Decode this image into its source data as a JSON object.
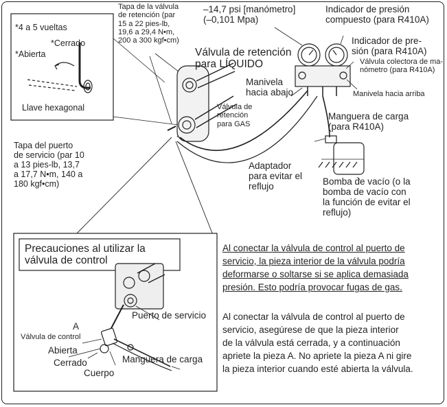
{
  "hex_box": {
    "turns": "*4 a 5 vueltas",
    "closed": "*Cerrado",
    "open": "*Abierta",
    "wrench": "Llave hexagonal"
  },
  "top": {
    "valve_cap": "Tapa de la válvula\nde retención (par\n15 a 22 pies-lb,\n19,6 a 29,4 N•m,\n200 a 300 kgf•cm)",
    "liquid_valve": "Válvula de retención\npara LÍQUIDO",
    "gas_valve": "Válvula de\nretención\npara GAS",
    "service_port_cap": "Tapa del puerto\nde servicio (par 10\na 13 pies-lb, 13,7\na 17,7 N•m, 140 a\n180 kgf•cm)",
    "pressure_reading": "–14,7 psi [manómetro]\n(–0,101 Mpa)",
    "compound_gauge": "Indicador de presión\ncompuesto (para R410A)",
    "pressure_gauge": "Indicador de pre-\nsión (para R410A)",
    "manifold": "Válvula colectora de ma-\nnómetro (para R410A)",
    "handle_down": "Manivela\nhacia abajo",
    "handle_up": "Manivela hacia arriba",
    "charge_hose": "Manguera de carga\n(para R410A)",
    "adapter": "Adaptador\npara evitar el\nreflujo",
    "vacuum_pump": "Bomba de vacío (o la\nbomba de vacío con\nla función de evitar el\nreflujo)"
  },
  "precautions": {
    "title": "Precauciones al utilizar la\nválvula de control",
    "point_a": "A",
    "control_valve": "Válvula de control",
    "open": "Abierta",
    "closed": "Cerrado",
    "body": "Cuerpo",
    "service_port": "Puerto de servicio",
    "charge_hose": "Manguera de carga",
    "para1_lines": [
      "Al conectar la válvula de control al puerto de",
      "servicio, la pieza interior de la válvula podría",
      "deformarse o soltarse si se aplica demasiada",
      "presión. Esto podría provocar fugas de gas."
    ],
    "para2_lines": [
      "Al conectar la válvula de control al puerto de",
      "servicio, asegúrese de que la pieza interior",
      "de la válvula está cerrada, y a continuación",
      "apriete la pieza A. No apriete la pieza A ni gire",
      "la pieza interior cuando esté abierta la válvula."
    ]
  }
}
